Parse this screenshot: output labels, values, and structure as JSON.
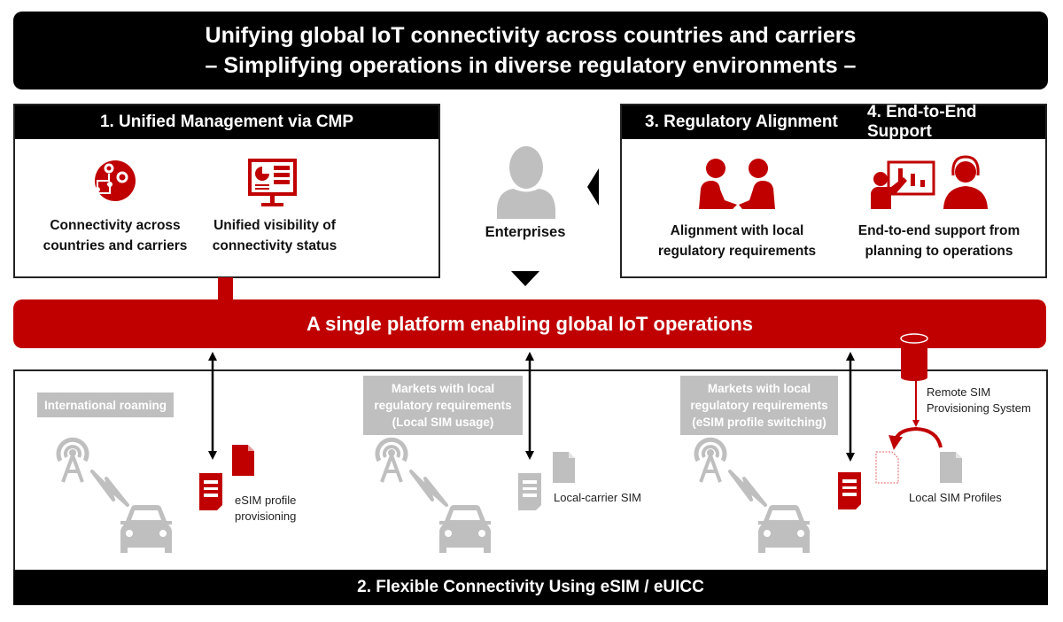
{
  "title": {
    "line1": "Unifying global IoT connectivity across countries and carriers",
    "line2": "– Simplifying operations in diverse regulatory environments –"
  },
  "panel_cmp": {
    "header": "1. Unified Management via CMP",
    "items": [
      {
        "icon": "gear-network-icon",
        "line1": "Connectivity across",
        "line2": "countries and carriers"
      },
      {
        "icon": "monitor-dashboard-icon",
        "line1": "Unified visibility of",
        "line2": "connectivity status"
      }
    ]
  },
  "enterprises": {
    "icon": "person-icon",
    "label": "Enterprises"
  },
  "panel_support": {
    "header_left": "3. Regulatory Alignment",
    "header_right": "4. End-to-End Support",
    "items": [
      {
        "icon": "handshake-people-icon",
        "line1": "Alignment with local",
        "line2": "regulatory requirements"
      },
      {
        "icon": "presenter-support-icon",
        "line1": "End-to-end support from",
        "line2": "planning to operations"
      }
    ]
  },
  "platform": {
    "label": "A single platform enabling global IoT operations"
  },
  "connectivity": {
    "footer": "2. Flexible Connectivity Using eSIM / eUICC",
    "scenarios": [
      {
        "tag": [
          "International roaming"
        ],
        "sim_label": [
          "eSIM profile",
          "provisioning"
        ]
      },
      {
        "tag": [
          "Markets with local",
          "regulatory requirements",
          "(Local SIM usage)"
        ],
        "sim_label": [
          "Local-carrier SIM"
        ]
      },
      {
        "tag": [
          "Markets with local",
          "regulatory requirements",
          "(eSIM profile switching)"
        ],
        "rsp_label": [
          "Remote SIM",
          "Provisioning System"
        ],
        "profiles_label": [
          "Local SIM Profiles"
        ]
      }
    ]
  },
  "colors": {
    "accent": "#c00000",
    "gray": "#bfbfbf",
    "dark": "#000000"
  }
}
